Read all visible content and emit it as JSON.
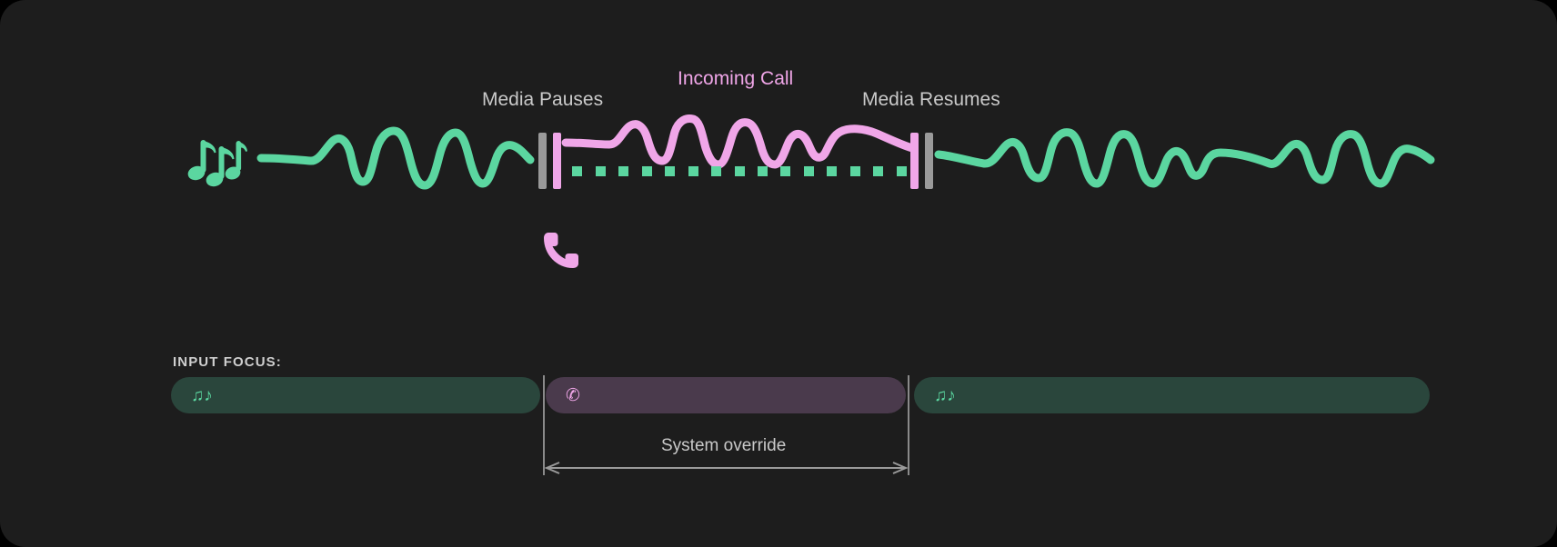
{
  "card": {
    "background": "#1d1d1d",
    "page_background": "#000000"
  },
  "colors": {
    "media_green": "#5bd6a0",
    "call_pink": "#f0a6e8",
    "marker_gray": "#9a9a9a",
    "label_gray": "#c9c9c9",
    "bar_media_fill": "#2a463c",
    "bar_call_fill": "#4a3a4c"
  },
  "timeline": {
    "labels": {
      "media_pauses": "Media Pauses",
      "incoming_call": "Incoming Call",
      "media_resumes": "Media Resumes"
    },
    "icons": {
      "music": "music-notes-icon",
      "phone": "phone-handset-icon"
    },
    "music_glyph": "♫♪",
    "phone_glyph": "✆",
    "paused_track_dots": 15
  },
  "focus": {
    "title": "INPUT FOCUS:",
    "segments": [
      {
        "name": "media-segment-before",
        "owner": "media",
        "icon": "music-notes-icon",
        "glyph": "♫♪"
      },
      {
        "name": "call-segment",
        "owner": "call",
        "icon": "phone-handset-icon",
        "glyph": "✆"
      },
      {
        "name": "media-segment-after",
        "owner": "media",
        "icon": "music-notes-icon",
        "glyph": "♫♪"
      }
    ],
    "override_label": "System override"
  }
}
